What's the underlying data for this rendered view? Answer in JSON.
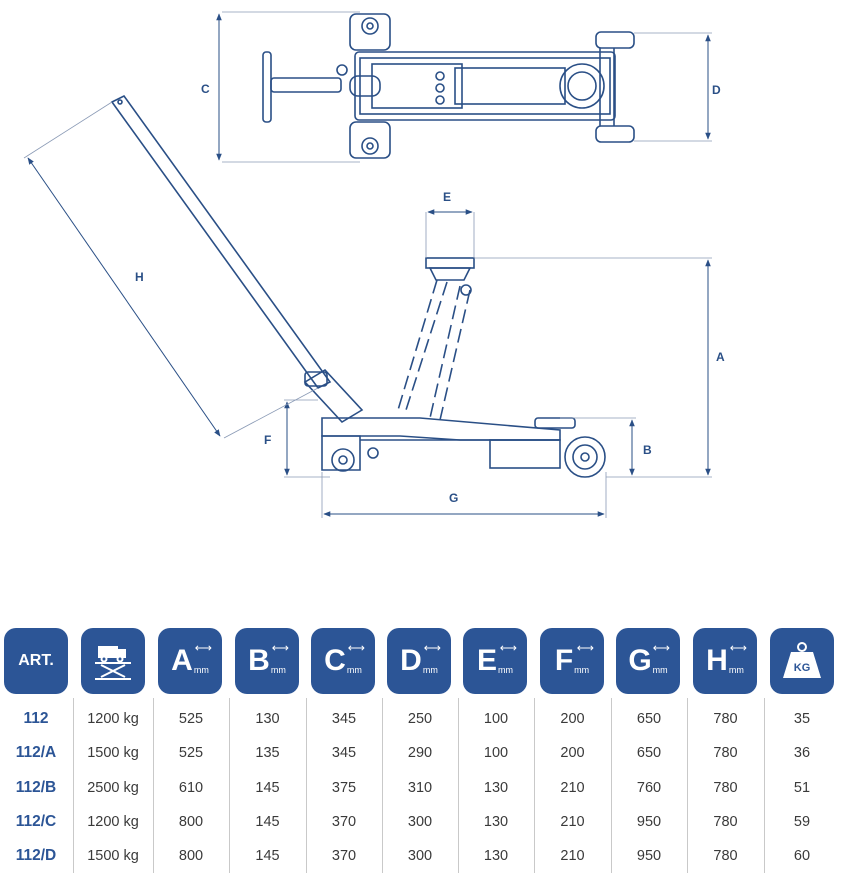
{
  "diagram": {
    "dim_labels": {
      "A": "A",
      "B": "B",
      "C": "C",
      "D": "D",
      "E": "E",
      "F": "F",
      "G": "G",
      "H": "H"
    }
  },
  "table": {
    "header": {
      "art": "ART.",
      "capacity_icon": "lift-platform-truck-icon",
      "columns": [
        {
          "letter": "A",
          "unit": "mm"
        },
        {
          "letter": "B",
          "unit": "mm"
        },
        {
          "letter": "C",
          "unit": "mm"
        },
        {
          "letter": "D",
          "unit": "mm"
        },
        {
          "letter": "E",
          "unit": "mm"
        },
        {
          "letter": "F",
          "unit": "mm"
        },
        {
          "letter": "G",
          "unit": "mm"
        },
        {
          "letter": "H",
          "unit": "mm"
        }
      ],
      "weight": "KG"
    },
    "rows": [
      {
        "art": "112",
        "capacity": "1200 kg",
        "A": "525",
        "B": "130",
        "C": "345",
        "D": "250",
        "E": "100",
        "F": "200",
        "G": "650",
        "H": "780",
        "KG": "35"
      },
      {
        "art": "112/A",
        "capacity": "1500 kg",
        "A": "525",
        "B": "135",
        "C": "345",
        "D": "290",
        "E": "100",
        "F": "200",
        "G": "650",
        "H": "780",
        "KG": "36"
      },
      {
        "art": "112/B",
        "capacity": "2500 kg",
        "A": "610",
        "B": "145",
        "C": "375",
        "D": "310",
        "E": "130",
        "F": "210",
        "G": "760",
        "H": "780",
        "KG": "51"
      },
      {
        "art": "112/C",
        "capacity": "1200 kg",
        "A": "800",
        "B": "145",
        "C": "370",
        "D": "300",
        "E": "130",
        "F": "210",
        "G": "950",
        "H": "780",
        "KG": "59"
      },
      {
        "art": "112/D",
        "capacity": "1500 kg",
        "A": "800",
        "B": "145",
        "C": "370",
        "D": "300",
        "E": "130",
        "F": "210",
        "G": "950",
        "H": "780",
        "KG": "60"
      }
    ]
  },
  "colors": {
    "brand": "#2c5596",
    "line": "#2a4f86",
    "dim": "#8a9ab5"
  }
}
